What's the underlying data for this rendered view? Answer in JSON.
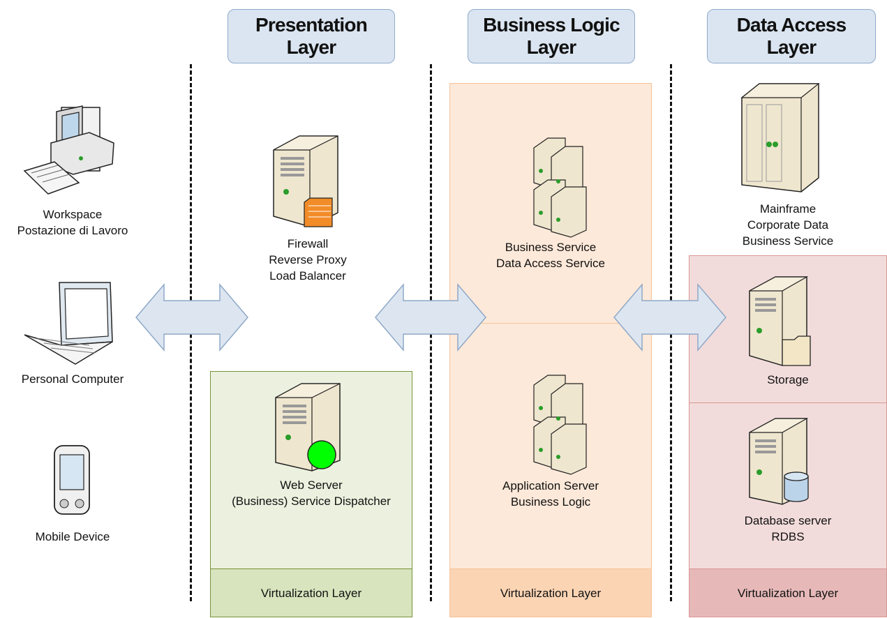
{
  "layers": {
    "presentation": {
      "title_line1": "Presentation",
      "title_line2": "Layer"
    },
    "business": {
      "title_line1": "Business Logic",
      "title_line2": "Layer"
    },
    "data": {
      "title_line1": "Data Access",
      "title_line2": "Layer"
    }
  },
  "clients": {
    "workspace": {
      "line1": "Workspace",
      "line2": "Postazione di Lavoro"
    },
    "personal_computer": {
      "line1": "Personal Computer"
    },
    "mobile": {
      "line1": "Mobile Device"
    }
  },
  "presentation": {
    "firewall": {
      "line1": "Firewall",
      "line2": "Reverse Proxy",
      "line3": "Load Balancer"
    },
    "web_server": {
      "line1": "Web Server",
      "line2": "(Business) Service Dispatcher"
    }
  },
  "business": {
    "business_service": {
      "line1": "Business Service",
      "line2": "Data Access Service"
    },
    "application_server": {
      "line1": "Application Server",
      "line2": "Business Logic"
    }
  },
  "data_access": {
    "mainframe": {
      "line1": "Mainframe",
      "line2": "Corporate Data",
      "line3": "Business Service"
    },
    "storage": {
      "line1": "Storage"
    },
    "database": {
      "line1": "Database server",
      "line2": "RDBS"
    }
  },
  "virtualization": {
    "label_presentation": "Virtualization Layer",
    "label_business": "Virtualization Layer",
    "label_data": "Virtualization Layer"
  },
  "colors": {
    "title_box_fill": "#dbe5f1",
    "presentation_zone": "#ebf1de",
    "business_zone": "#fde9d9",
    "data_zone": "#f2dcdb",
    "arrow_fill": "#dde6f0"
  },
  "icons": [
    "workstation-icon",
    "laptop-icon",
    "mobile-device-icon",
    "firewall-server-icon",
    "web-server-icon",
    "business-service-cluster-icon",
    "application-server-cluster-icon",
    "mainframe-icon",
    "storage-server-icon",
    "database-server-icon",
    "double-arrow-icon"
  ]
}
